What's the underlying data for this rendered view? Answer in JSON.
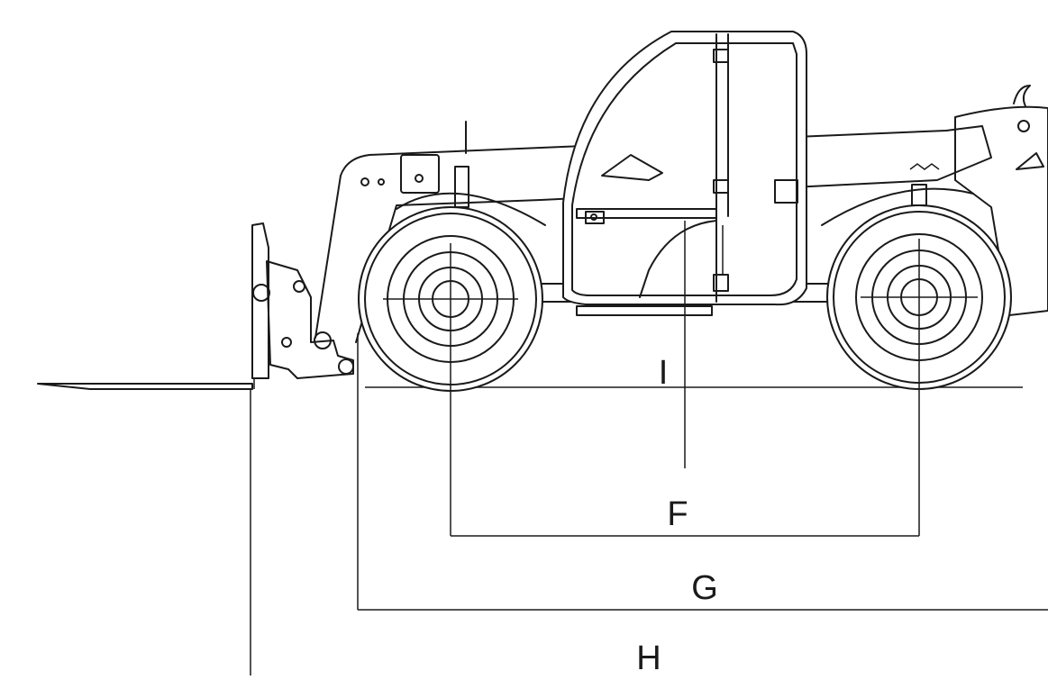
{
  "diagram": {
    "dimension_labels": {
      "f": "F",
      "g": "G",
      "h": "H",
      "i": "I"
    },
    "line_color": "#1a1a1a",
    "background": "#ffffff"
  }
}
